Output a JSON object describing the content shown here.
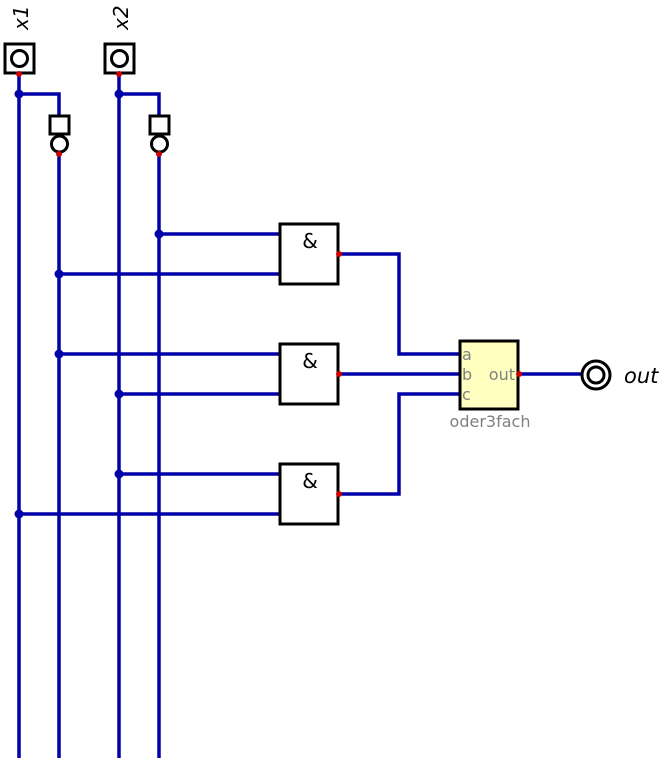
{
  "inputs": [
    {
      "label": "x1"
    },
    {
      "label": "x2"
    }
  ],
  "gates": [
    {
      "symbol": "&"
    },
    {
      "symbol": "&"
    },
    {
      "symbol": "&"
    }
  ],
  "subcircuit": {
    "name": "oder3fach",
    "pins": {
      "a": "a",
      "b": "b",
      "c": "c",
      "out": "out"
    }
  },
  "output": {
    "label": "out"
  },
  "colors": {
    "wire": "#0000a8",
    "pin": "#cc0000",
    "subcircuit_fill": "#ffffc0"
  }
}
